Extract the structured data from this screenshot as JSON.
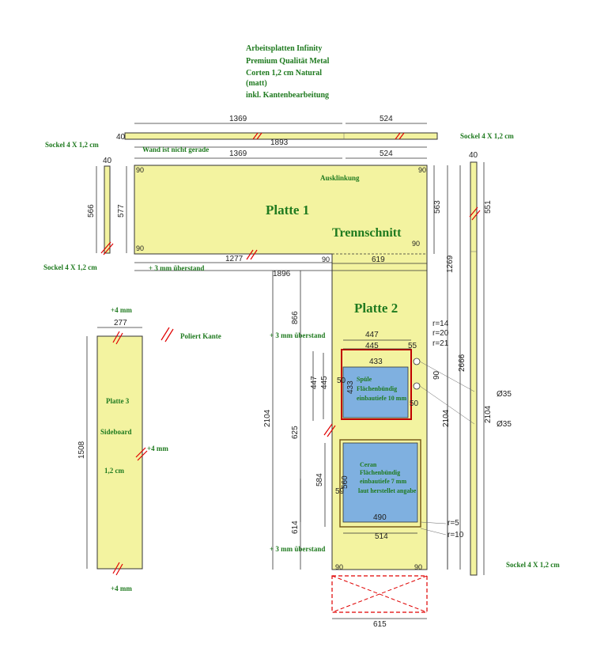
{
  "header": {
    "line1": "Arbeitsplatten Infinity",
    "line2": "Premium Qualität Metal",
    "line3": "Corten 1,2 cm Natural",
    "line4": "(matt)",
    "line5": "inkl. Kantenbearbeitung"
  },
  "labels": {
    "platte1": "Platte 1",
    "platte2": "Platte 2",
    "trennschnitt": "Trennschnitt",
    "platte3": "Platte 3",
    "sideboard": "Sideboard",
    "thickness": "1,2 cm",
    "sockel": "Sockel 4 X 1,2 cm",
    "wand": "Wand ist nicht gerade",
    "ausklinkung": "Ausklinkung",
    "ueberstand": "+ 3 mm überstand",
    "poliert": "Poliert Kante",
    "plus4": "+4 mm",
    "spuele1": "Spüle",
    "spuele2": "Flächenbündig",
    "spuele3": "einbautiefe 10 mm",
    "ceran1": "Ceran",
    "ceran2": "Flächenbündig",
    "ceran3": "einbautiefe 7 mm",
    "ceran4": "laut herstellet angabe"
  },
  "dims": {
    "d1369": "1369",
    "d524": "524",
    "d1893": "1893",
    "d40": "40",
    "d566": "566",
    "d577": "577",
    "d563": "563",
    "d551": "551",
    "d1277": "1277",
    "d1896": "1896",
    "d619": "619",
    "d1269": "1269",
    "d866": "866",
    "d2104": "2104",
    "d2666": "2666",
    "d625": "625",
    "d584": "584",
    "d614": "614",
    "d447": "447",
    "d445": "445",
    "d433": "433",
    "d55": "55",
    "d50": "50",
    "d560": "560",
    "d59": "59",
    "d490": "490",
    "d514": "514",
    "d615": "615",
    "d277": "277",
    "d1508": "1508",
    "d90": "90",
    "r14": "r=14",
    "r20": "r=20",
    "r21": "r=21",
    "r5": "r=5",
    "r10": "r=10",
    "o35": "Ø35"
  }
}
